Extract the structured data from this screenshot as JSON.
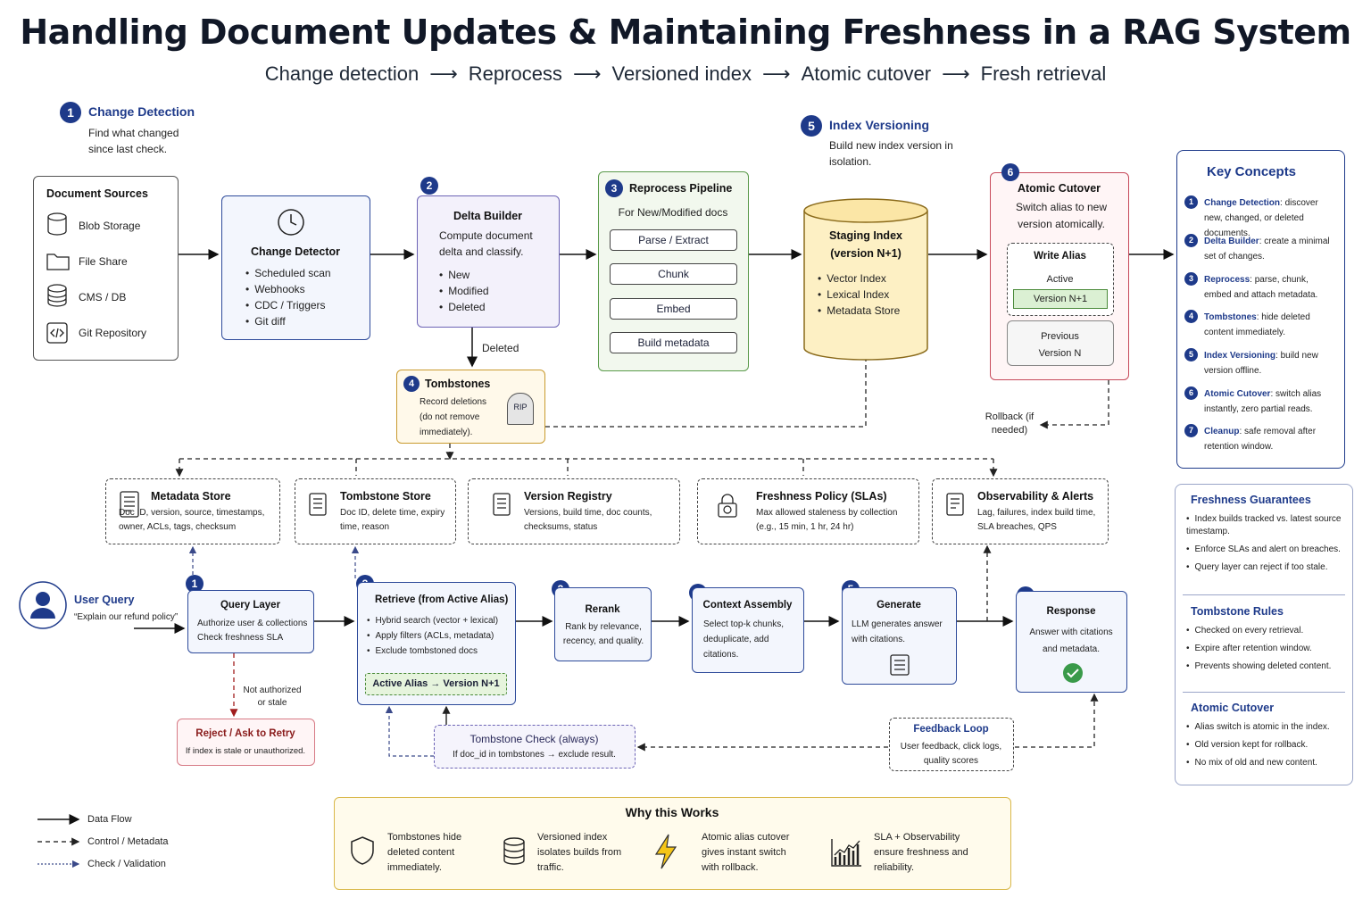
{
  "title": "Handling Document Updates & Maintaining Freshness in a RAG System",
  "subtitle": {
    "steps": [
      "Change detection",
      "Reprocess",
      "Versioned index",
      "Atomic cutover",
      "Fresh retrieval"
    ],
    "arrow": "⟶"
  },
  "colors": {
    "navy": "#1e3a8a",
    "blue_box": "#f3f6fd",
    "purple_box": "#f3f1fb",
    "green_box": "#f2f8ee",
    "yellow": "#fdf0c4",
    "red_box": "#fff5f6",
    "reject_text": "#8a1c1c"
  },
  "step1": {
    "num": "1",
    "title": "Change Detection",
    "desc": "Find what changed since last check."
  },
  "sources": {
    "title": "Document Sources",
    "items": [
      {
        "icon": "cylinder-icon",
        "label": "Blob Storage"
      },
      {
        "icon": "folder-icon",
        "label": "File Share"
      },
      {
        "icon": "database-icon",
        "label": "CMS / DB"
      },
      {
        "icon": "code-icon",
        "label": "Git Repository"
      }
    ]
  },
  "detector": {
    "title": "Change Detector",
    "items": [
      "Scheduled scan",
      "Webhooks",
      "CDC / Triggers",
      "Git diff"
    ]
  },
  "delta": {
    "num": "2",
    "title": "Delta Builder",
    "desc": "Compute document delta and classify.",
    "items": [
      "New",
      "Modified",
      "Deleted"
    ],
    "deleted_label": "Deleted"
  },
  "pipeline": {
    "num": "3",
    "title": "Reprocess Pipeline",
    "subtitle": "For New/Modified docs",
    "steps": [
      "Parse / Extract",
      "Chunk",
      "Embed",
      "Build metadata"
    ]
  },
  "versioning": {
    "num": "5",
    "title": "Index Versioning",
    "desc": "Build new index version in isolation."
  },
  "staging": {
    "title": "Staging Index",
    "version": "(version N+1)",
    "items": [
      "Vector Index",
      "Lexical Index",
      "Metadata Store"
    ]
  },
  "cutover": {
    "num": "6",
    "title": "Atomic Cutover",
    "desc": "Switch alias to new version atomically.",
    "alias_title": "Write Alias",
    "active": "Active",
    "active_version": "Version N+1",
    "previous": "Previous",
    "previous_version": "Version N"
  },
  "rollback": "Rollback (if needed)",
  "tombstones": {
    "num": "4",
    "title": "Tombstones",
    "desc": "Record deletions (do not remove immediately).",
    "rip": "RIP"
  },
  "stores": [
    {
      "icon": "table-doc-icon",
      "title": "Metadata Store",
      "desc": "Doc ID, version, source, timestamps, owner, ACLs, tags, checksum"
    },
    {
      "icon": "document-icon",
      "title": "Tombstone Store",
      "desc": "Doc ID, delete time, expiry time, reason"
    },
    {
      "icon": "registry-icon",
      "title": "Version Registry",
      "desc": "Versions, build time, doc counts, checksums, status"
    },
    {
      "icon": "lock-clock-icon",
      "title": "Freshness Policy (SLAs)",
      "desc": "Max allowed staleness by collection (e.g., 15 min, 1 hr, 24 hr)"
    },
    {
      "icon": "alert-doc-icon",
      "title": "Observability & Alerts",
      "desc": "Lag, failures, index build time, SLA breaches, QPS"
    }
  ],
  "user_query": {
    "title": "User Query",
    "quote": "“Explain our refund policy”"
  },
  "query_flow": [
    {
      "num": "1",
      "title": "Query Layer",
      "lines": [
        "Authorize user & collections",
        "Check freshness SLA"
      ]
    },
    {
      "num": "2",
      "title": "Retrieve (from Active Alias)",
      "items": [
        "Hybrid search (vector + lexical)",
        "Apply filters (ACLs, metadata)",
        "Exclude tombstoned docs"
      ],
      "alias_badge": "Active Alias → Version N+1"
    },
    {
      "num": "3",
      "title": "Rerank",
      "desc": "Rank by relevance, recency, and quality."
    },
    {
      "num": "4",
      "title": "Context Assembly",
      "desc": "Select top-k chunks, deduplicate, add citations."
    },
    {
      "num": "5",
      "title": "Generate",
      "desc": "LLM generates answer with citations."
    },
    {
      "num": "6",
      "title": "Response",
      "desc": "Answer with citations and metadata."
    }
  ],
  "not_authorized": "Not authorized or stale",
  "reject": {
    "title": "Reject / Ask to Retry",
    "desc": "If index is stale or unauthorized."
  },
  "tomb_check": {
    "title": "Tombstone Check (always)",
    "desc": "If doc_id in tombstones → exclude result."
  },
  "feedback": {
    "title": "Feedback Loop",
    "desc": "User feedback, click logs, quality scores"
  },
  "why": {
    "title": "Why this Works",
    "items": [
      {
        "icon": "shield-icon",
        "text": "Tombstones hide deleted content immediately."
      },
      {
        "icon": "database-icon",
        "text": "Versioned index isolates builds from traffic."
      },
      {
        "icon": "lightning-icon",
        "text": "Atomic alias cutover gives instant switch with rollback."
      },
      {
        "icon": "chart-icon",
        "text": "SLA + Observability ensure freshness and reliability."
      }
    ]
  },
  "legend": [
    {
      "style": "solid",
      "label": "Data Flow"
    },
    {
      "style": "dashed",
      "label": "Control / Metadata"
    },
    {
      "style": "dotted",
      "label": "Check / Validation"
    }
  ],
  "key_concepts": {
    "title": "Key Concepts",
    "items": [
      {
        "num": "1",
        "kw": "Change Detection",
        "text": ": discover new, changed, or deleted documents."
      },
      {
        "num": "2",
        "kw": "Delta Builder",
        "text": ": create a minimal set of changes."
      },
      {
        "num": "3",
        "kw": "Reprocess",
        "text": ": parse, chunk, embed and attach metadata."
      },
      {
        "num": "4",
        "kw": "Tombstones",
        "text": ": hide deleted content immediately."
      },
      {
        "num": "5",
        "kw": "Index Versioning",
        "text": ": build new version offline."
      },
      {
        "num": "6",
        "kw": "Atomic Cutover",
        "text": ": switch alias instantly, zero partial reads."
      },
      {
        "num": "7",
        "kw": "Cleanup",
        "text": ": safe removal after retention window."
      }
    ]
  },
  "guarantees": {
    "sections": [
      {
        "title": "Freshness Guarantees",
        "items": [
          "Index builds tracked vs. latest source timestamp.",
          "Enforce SLAs and alert on breaches.",
          "Query layer can reject if too stale."
        ]
      },
      {
        "title": "Tombstone Rules",
        "items": [
          "Checked on every retrieval.",
          "Expire after retention window.",
          "Prevents showing deleted content."
        ]
      },
      {
        "title": "Atomic Cutover",
        "items": [
          "Alias switch is atomic in the index.",
          "Old version kept for rollback.",
          "No mix of old and new content."
        ]
      }
    ]
  }
}
